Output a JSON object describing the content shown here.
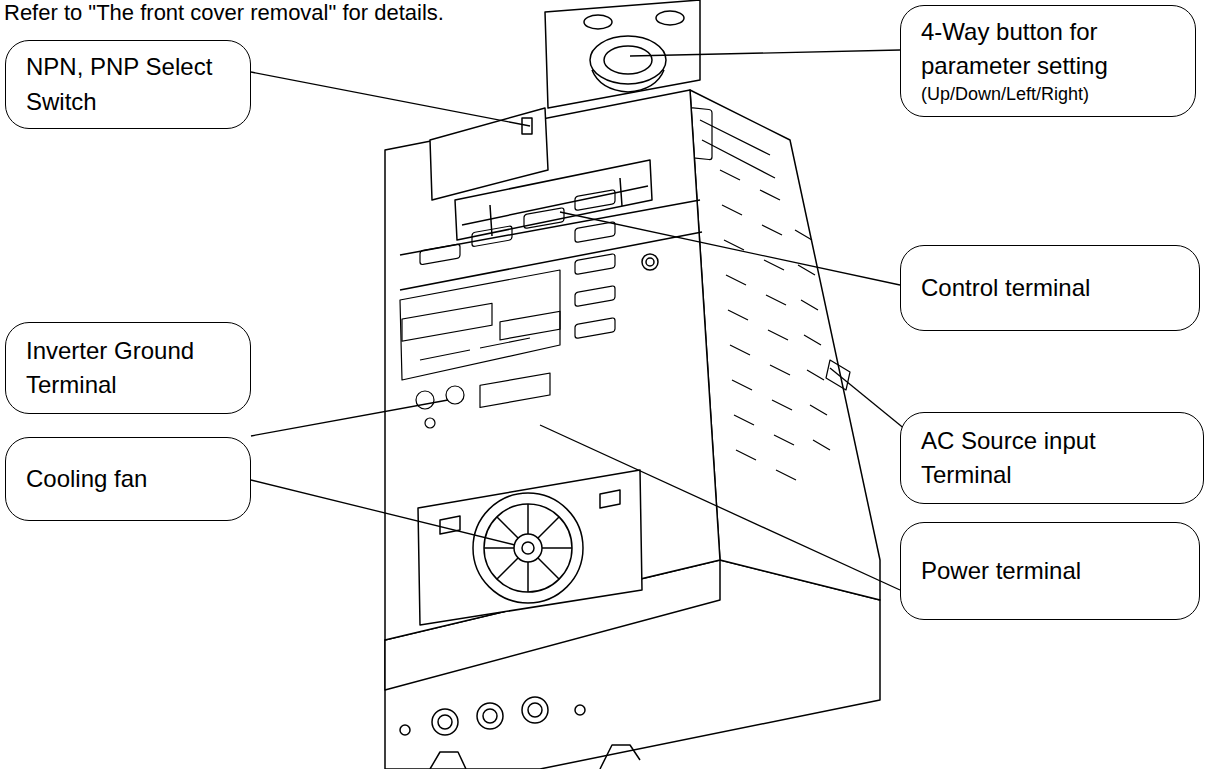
{
  "diagram": {
    "nodes": [
      {
        "text": [
          "4-Way button for parameter setting",
          "(Up/Down/Left/Right)"
        ]
      },
      {
        "text": [
          "NPN, PNP Select Switch"
        ]
      },
      {
        "text": [
          "Control terminal"
        ]
      },
      {
        "text": [
          "Inverter Ground Terminal"
        ]
      },
      {
        "text": [
          "AC Source input Terminal"
        ]
      },
      {
        "text": [
          "Cooling fan"
        ]
      },
      {
        "text": [
          "Power terminal"
        ]
      }
    ],
    "labels": [
      "Refer to \"The front cover removal\" for details."
    ]
  }
}
